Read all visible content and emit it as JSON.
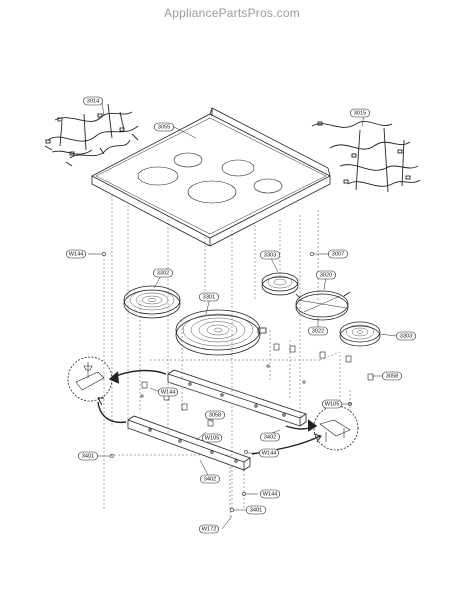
{
  "header": {
    "watermark": "AppliancePartsPros.com"
  },
  "diagram": {
    "part_labels": [
      {
        "id": "3014",
        "text": "3014"
      },
      {
        "id": "3055",
        "text": "3055"
      },
      {
        "id": "3015",
        "text": "3015"
      },
      {
        "id": "w144-a",
        "text": "W144"
      },
      {
        "id": "3007",
        "text": "3007"
      },
      {
        "id": "3302",
        "text": "3302"
      },
      {
        "id": "3303-top",
        "text": "3303"
      },
      {
        "id": "3020",
        "text": "3020"
      },
      {
        "id": "3301",
        "text": "3301"
      },
      {
        "id": "3022",
        "text": "3022"
      },
      {
        "id": "3303-right",
        "text": "3303"
      },
      {
        "id": "3058-right",
        "text": "3058"
      },
      {
        "id": "w144-b",
        "text": "W144"
      },
      {
        "id": "3058-mid",
        "text": "3058"
      },
      {
        "id": "w105-right",
        "text": "W105"
      },
      {
        "id": "w105-mid",
        "text": "W105"
      },
      {
        "id": "3402-mid",
        "text": "3402"
      },
      {
        "id": "w144-c",
        "text": "W144"
      },
      {
        "id": "3401-left",
        "text": "3401"
      },
      {
        "id": "3402-bottom",
        "text": "3402"
      },
      {
        "id": "w144-d",
        "text": "W144"
      },
      {
        "id": "3401-bottom",
        "text": "3401"
      },
      {
        "id": "w172",
        "text": "W172"
      }
    ]
  }
}
